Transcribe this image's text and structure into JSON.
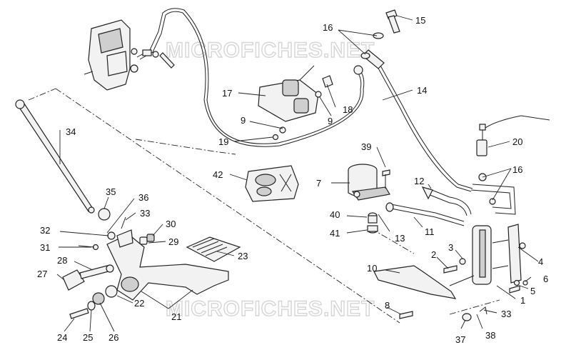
{
  "watermark": {
    "text_top": "MICROFICHES.NET",
    "text_bottom": "MICROFICHES.NET"
  },
  "callouts": {
    "c1": "1",
    "c2": "2",
    "c3": "3",
    "c4": "4",
    "c5": "5",
    "c6": "6",
    "c7": "7",
    "c8": "8",
    "c9a": "9",
    "c9b": "9",
    "c10": "10",
    "c11": "11",
    "c12": "12",
    "c13": "13",
    "c14": "14",
    "c15": "15",
    "c16a": "16",
    "c16b": "16",
    "c17": "17",
    "c18": "18",
    "c19": "19",
    "c20": "20",
    "c21": "21",
    "c22": "22",
    "c23": "23",
    "c24": "24",
    "c25": "25",
    "c26": "26",
    "c27": "27",
    "c28": "28",
    "c29": "29",
    "c30": "30",
    "c31": "31",
    "c32": "32",
    "c33a": "33",
    "c33b": "33",
    "c34": "34",
    "c35": "35",
    "c36": "36",
    "c37": "37",
    "c38": "38",
    "c39": "39",
    "c40": "40",
    "c41": "41",
    "c42": "42"
  }
}
